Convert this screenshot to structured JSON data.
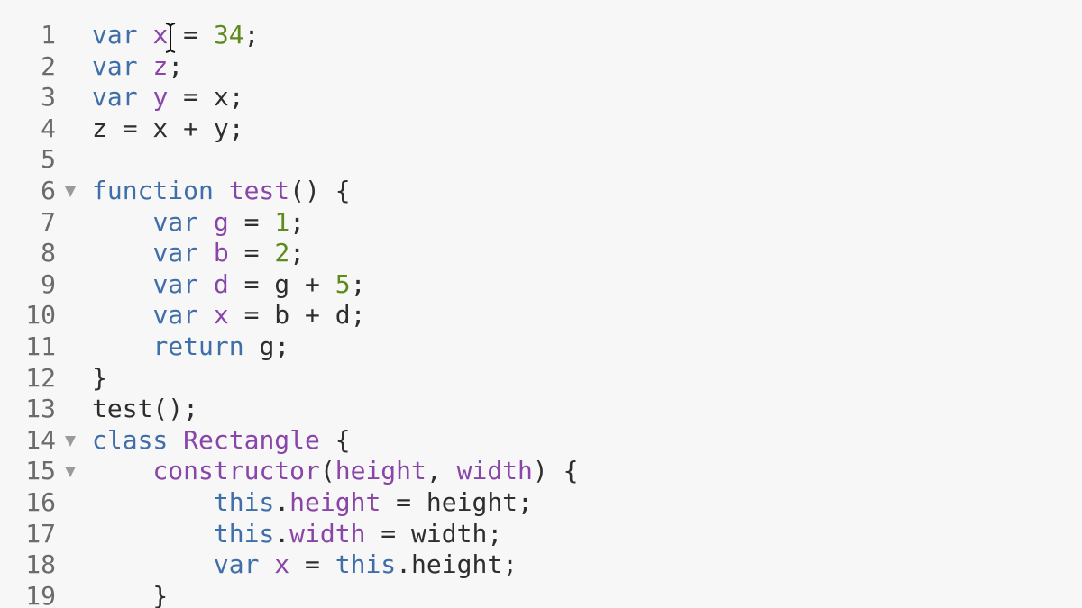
{
  "editor": {
    "colors": {
      "background": "#f7f7f7",
      "keyword": "#3f6ea8",
      "variable": "#8a45a8",
      "number": "#5f8a1d",
      "text": "#2e2e2e",
      "gutter_text": "#6b6b6b"
    },
    "cursor_icon": "text-cursor-ibeam-icon",
    "fold_icon": "fold-triangle-down-icon",
    "lines": [
      {
        "number": "1",
        "fold": false,
        "tokens": [
          {
            "t": "kw",
            "s": "var"
          },
          {
            "t": "pun",
            "s": " "
          },
          {
            "t": "var",
            "s": "x"
          },
          {
            "t": "pun",
            "s": " = "
          },
          {
            "t": "num",
            "s": "34"
          },
          {
            "t": "pun",
            "s": ";"
          }
        ]
      },
      {
        "number": "2",
        "fold": false,
        "tokens": [
          {
            "t": "kw",
            "s": "var"
          },
          {
            "t": "pun",
            "s": " "
          },
          {
            "t": "var",
            "s": "z"
          },
          {
            "t": "pun",
            "s": ";"
          }
        ]
      },
      {
        "number": "3",
        "fold": false,
        "tokens": [
          {
            "t": "kw",
            "s": "var"
          },
          {
            "t": "pun",
            "s": " "
          },
          {
            "t": "var",
            "s": "y"
          },
          {
            "t": "pun",
            "s": " = x;"
          }
        ]
      },
      {
        "number": "4",
        "fold": false,
        "tokens": [
          {
            "t": "plain",
            "s": "z = x + y;"
          }
        ]
      },
      {
        "number": "5",
        "fold": false,
        "tokens": []
      },
      {
        "number": "6",
        "fold": true,
        "tokens": [
          {
            "t": "kw",
            "s": "function"
          },
          {
            "t": "pun",
            "s": " "
          },
          {
            "t": "var",
            "s": "test"
          },
          {
            "t": "pun",
            "s": "() {"
          }
        ]
      },
      {
        "number": "7",
        "fold": false,
        "tokens": [
          {
            "t": "pun",
            "s": "    "
          },
          {
            "t": "kw",
            "s": "var"
          },
          {
            "t": "pun",
            "s": " "
          },
          {
            "t": "var",
            "s": "g"
          },
          {
            "t": "pun",
            "s": " = "
          },
          {
            "t": "num",
            "s": "1"
          },
          {
            "t": "pun",
            "s": ";"
          }
        ]
      },
      {
        "number": "8",
        "fold": false,
        "tokens": [
          {
            "t": "pun",
            "s": "    "
          },
          {
            "t": "kw",
            "s": "var"
          },
          {
            "t": "pun",
            "s": " "
          },
          {
            "t": "var",
            "s": "b"
          },
          {
            "t": "pun",
            "s": " = "
          },
          {
            "t": "num",
            "s": "2"
          },
          {
            "t": "pun",
            "s": ";"
          }
        ]
      },
      {
        "number": "9",
        "fold": false,
        "tokens": [
          {
            "t": "pun",
            "s": "    "
          },
          {
            "t": "kw",
            "s": "var"
          },
          {
            "t": "pun",
            "s": " "
          },
          {
            "t": "var",
            "s": "d"
          },
          {
            "t": "pun",
            "s": " = g + "
          },
          {
            "t": "num",
            "s": "5"
          },
          {
            "t": "pun",
            "s": ";"
          }
        ]
      },
      {
        "number": "10",
        "fold": false,
        "tokens": [
          {
            "t": "pun",
            "s": "    "
          },
          {
            "t": "kw",
            "s": "var"
          },
          {
            "t": "pun",
            "s": " "
          },
          {
            "t": "var",
            "s": "x"
          },
          {
            "t": "pun",
            "s": " = b + d;"
          }
        ]
      },
      {
        "number": "11",
        "fold": false,
        "tokens": [
          {
            "t": "pun",
            "s": "    "
          },
          {
            "t": "kw",
            "s": "return"
          },
          {
            "t": "pun",
            "s": " g;"
          }
        ]
      },
      {
        "number": "12",
        "fold": false,
        "tokens": [
          {
            "t": "pun",
            "s": "}"
          }
        ]
      },
      {
        "number": "13",
        "fold": false,
        "tokens": [
          {
            "t": "plain",
            "s": "test();"
          }
        ]
      },
      {
        "number": "14",
        "fold": true,
        "tokens": [
          {
            "t": "kw",
            "s": "class"
          },
          {
            "t": "pun",
            "s": " "
          },
          {
            "t": "var",
            "s": "Rectangle"
          },
          {
            "t": "pun",
            "s": " {"
          }
        ]
      },
      {
        "number": "15",
        "fold": true,
        "tokens": [
          {
            "t": "pun",
            "s": "    "
          },
          {
            "t": "var",
            "s": "constructor"
          },
          {
            "t": "pun",
            "s": "("
          },
          {
            "t": "var",
            "s": "height"
          },
          {
            "t": "pun",
            "s": ", "
          },
          {
            "t": "var",
            "s": "width"
          },
          {
            "t": "pun",
            "s": ") {"
          }
        ]
      },
      {
        "number": "16",
        "fold": false,
        "tokens": [
          {
            "t": "pun",
            "s": "        "
          },
          {
            "t": "kw",
            "s": "this"
          },
          {
            "t": "pun",
            "s": "."
          },
          {
            "t": "var",
            "s": "height"
          },
          {
            "t": "pun",
            "s": " = height;"
          }
        ]
      },
      {
        "number": "17",
        "fold": false,
        "tokens": [
          {
            "t": "pun",
            "s": "        "
          },
          {
            "t": "kw",
            "s": "this"
          },
          {
            "t": "pun",
            "s": "."
          },
          {
            "t": "var",
            "s": "width"
          },
          {
            "t": "pun",
            "s": " = width;"
          }
        ]
      },
      {
        "number": "18",
        "fold": false,
        "tokens": [
          {
            "t": "pun",
            "s": "        "
          },
          {
            "t": "kw",
            "s": "var"
          },
          {
            "t": "pun",
            "s": " "
          },
          {
            "t": "var",
            "s": "x"
          },
          {
            "t": "pun",
            "s": " = "
          },
          {
            "t": "kw",
            "s": "this"
          },
          {
            "t": "pun",
            "s": ".height;"
          }
        ]
      },
      {
        "number": "19",
        "fold": false,
        "tokens": [
          {
            "t": "pun",
            "s": "    }"
          }
        ]
      }
    ]
  }
}
